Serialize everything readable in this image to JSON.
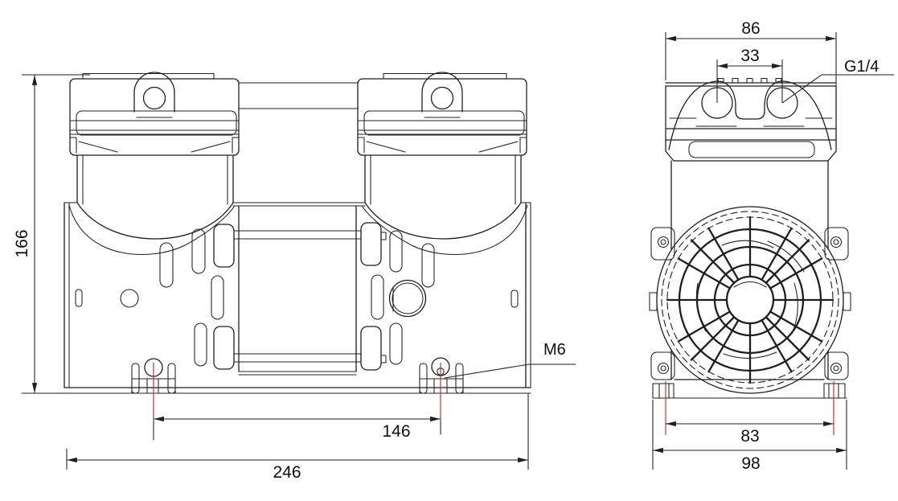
{
  "drawing": {
    "kind": "technical-dimension-drawing",
    "subject": "twin-head diaphragm pump, front and side orthographic views",
    "colors": {
      "line": "#1f1f1f",
      "centerline": "#b23b32",
      "background": "#ffffff",
      "text": "#101010"
    }
  },
  "front_view": {
    "dims": {
      "height": "166",
      "overall_width": "246",
      "foot_bolt_spacing": "146",
      "foot_thread_callout": "M6"
    }
  },
  "side_view": {
    "dims": {
      "head_width": "86",
      "port_spacing": "33",
      "port_thread_callout": "G1/4",
      "foot_spacing": "83",
      "base_width": "98"
    }
  }
}
